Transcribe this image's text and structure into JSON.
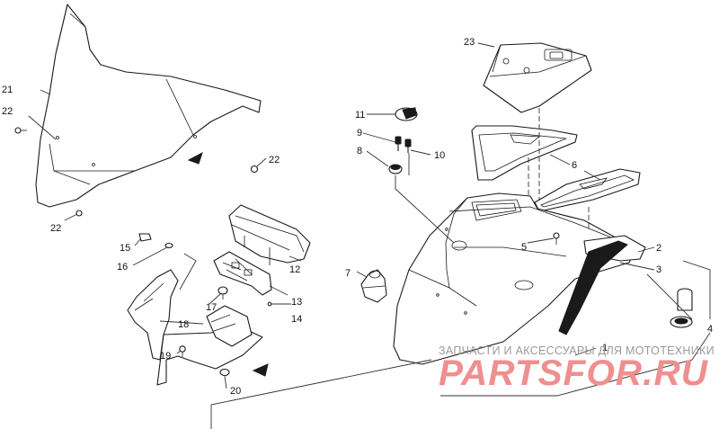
{
  "callouts": {
    "c1": "1",
    "c2": "2",
    "c3": "3",
    "c4": "4",
    "c5": "5",
    "c6": "6",
    "c7": "7",
    "c8": "8",
    "c9": "9",
    "c10": "10",
    "c11": "11",
    "c12": "12",
    "c13": "13",
    "c14": "14",
    "c15": "15",
    "c16": "16",
    "c17": "17",
    "c18": "18",
    "c19": "19",
    "c20": "20",
    "c21": "21",
    "c22a": "22",
    "c22b": "22",
    "c22c": "22",
    "c23": "23"
  },
  "watermark": {
    "subtitle": "ЗАПЧАСТИ И АКСЕССУАРЫ ДЛЯ МОТОТЕХНИКИ",
    "brand": "PARTSFOR.RU"
  }
}
